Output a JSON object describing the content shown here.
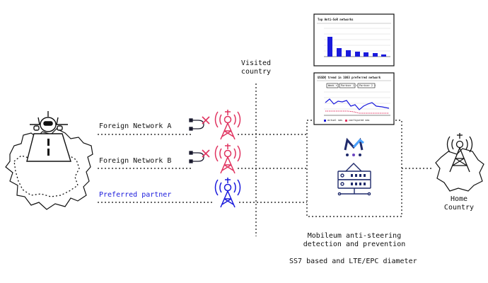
{
  "labels": {
    "visited_country": [
      "Visited",
      "country"
    ],
    "network_a": "Foreign Network A",
    "network_b": "Foreign Network B",
    "preferred": "Preferred partner",
    "home_country": [
      "Home",
      "Country"
    ],
    "mobileum": [
      "Mobileum anti-steering",
      "detection and prevention"
    ],
    "protocols": "SS7 based and LTE/EPC diameter"
  },
  "panels": {
    "top": {
      "title": "Top Anti-SoR networks"
    },
    "bottom": {
      "title": "USSD@ trend in 1083 preferred network",
      "buttons": [
        "Week ▾",
        "Partner 1 ▾",
        "Partner 2 ▾"
      ],
      "legend": [
        "actual sms",
        "configured sms"
      ]
    }
  },
  "colors": {
    "pink": "#e0325f",
    "blue": "#1a1adc",
    "dark": "#1f2a6b"
  },
  "icons": [
    "airplane-icon",
    "runway-icon",
    "blocked-cable-icon",
    "cell-tower-icon",
    "mobileum-logo-icon",
    "server-icon"
  ]
}
